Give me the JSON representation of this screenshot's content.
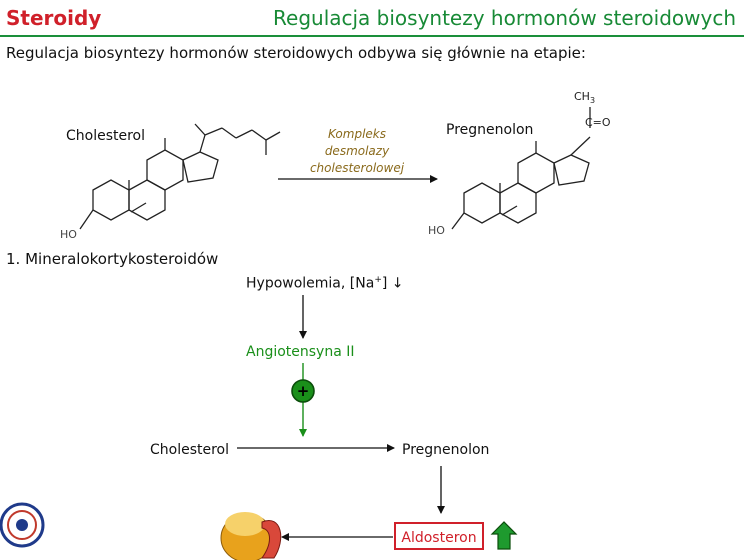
{
  "header": {
    "section_title": "Steroidy",
    "slide_title": "Regulacja biosyntezy hormonów steroidowych"
  },
  "intro_text": "Regulacja biosyntezy hormonów steroidowych odbywa się głównie na etapie:",
  "reaction": {
    "substrate": "Cholesterol",
    "product": "Pregnenolon",
    "enzyme_line1": "Kompleks",
    "enzyme_line2": "desmolazy",
    "enzyme_line3": "cholesterolowej",
    "hydroxyl": "HO",
    "methyl": "CH",
    "methyl_sub": "3",
    "carbonyl": "C=O"
  },
  "section1": {
    "title": "1. Mineralokortykosteroidów",
    "stimulus_pre": "Hypowolemia, [Na",
    "stimulus_sup": "+",
    "stimulus_post": "] ↓",
    "mediator": "Angiotensyna II",
    "activation_sign": "+",
    "substrate": "Cholesterol",
    "product": "Pregnenolon",
    "hormone": "Aldosteron"
  },
  "colors": {
    "accent_red": "#d0202a",
    "accent_green": "#188a36",
    "enzyme_text": "#8a6a1c",
    "up_arrow": "#1e9a2e"
  },
  "icons": {
    "logo": "university-seal-icon",
    "organ": "adrenal-gland-icon",
    "increase": "green-up-arrow-icon"
  }
}
